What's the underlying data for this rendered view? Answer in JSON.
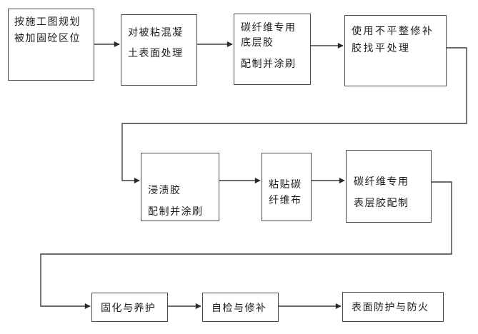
{
  "page": {
    "background_color": "#ffffff",
    "line_color": "#3f3f3f",
    "text_color": "#1c1c1c"
  },
  "flowchart": {
    "title": "carbon-fiber-reinforcement-construction-process",
    "boxes": [
      {
        "id": "plan-zones",
        "lines": [
          "按施工图规划",
          "被加固砼区位"
        ]
      },
      {
        "id": "surface-treatment",
        "lines": [
          "对被粘混凝",
          "土表面处理"
        ]
      },
      {
        "id": "primer-adhesive",
        "lines": [
          "碳纤维专用",
          "底层胶",
          "配制并涂刷"
        ]
      },
      {
        "id": "leveling-repair",
        "lines": [
          "使用不平整修补",
          "胶找平处理"
        ]
      },
      {
        "id": "impregnating-glue",
        "lines": [
          "浸渍胶",
          "配制并涂刷"
        ]
      },
      {
        "id": "paste-cfrp-sheet",
        "lines": [
          "粘贴碳",
          "纤维布"
        ]
      },
      {
        "id": "topcoat-adhesive",
        "lines": [
          "碳纤维专用",
          "表层胶配制"
        ]
      },
      {
        "id": "curing-maintenance",
        "lines": [
          "固化与养护"
        ]
      },
      {
        "id": "self-check-repair",
        "lines": [
          "自检与修补"
        ]
      },
      {
        "id": "surface-protection",
        "lines": [
          "表面防护与防火"
        ]
      }
    ]
  }
}
